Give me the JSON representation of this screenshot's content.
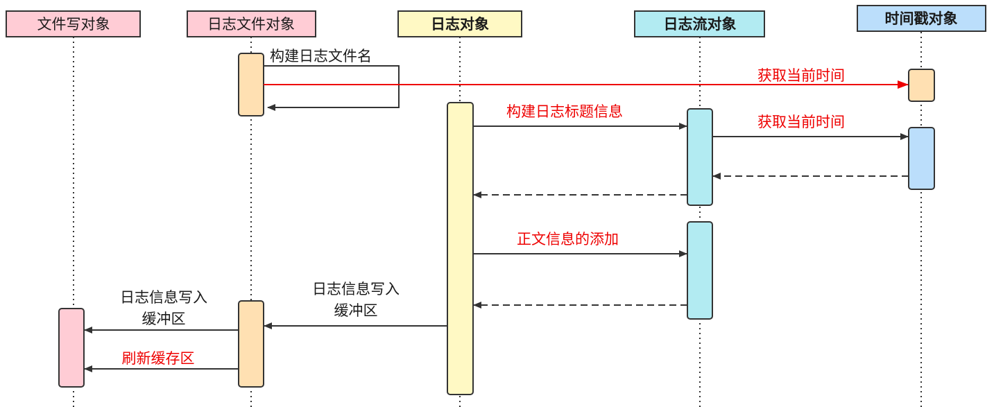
{
  "participants": [
    {
      "id": "file-writer",
      "label": "文件写对象",
      "bold": false,
      "fill": "#ffccd5"
    },
    {
      "id": "log-file",
      "label": "日志文件对象",
      "bold": false,
      "fill": "#ffccd5"
    },
    {
      "id": "logger",
      "label": "日志对象",
      "bold": true,
      "fill": "#fff9c4"
    },
    {
      "id": "log-stream",
      "label": "日志流对象",
      "bold": true,
      "fill": "#b2ebf2"
    },
    {
      "id": "timestamp",
      "label": "时间戳对象",
      "bold": true,
      "fill": "#bbdefb"
    }
  ],
  "activation_colors": {
    "file-writer": "#ffccd5",
    "log-file": "#ffe0b2",
    "logger": "#fff9c4",
    "log-stream": "#b2ebf2",
    "timestamp-first": "#ffe0b2",
    "timestamp-second": "#bbdefb"
  },
  "messages": {
    "build_file_name": "构建日志文件名",
    "get_time_1": "获取当前时间",
    "build_title": "构建日志标题信息",
    "get_time_2": "获取当前时间",
    "add_body": "正文信息的添加",
    "write_buffer_logger_line1": "日志信息写入",
    "write_buffer_logger_line2": "缓冲区",
    "write_buffer_file_line1": "日志信息写入",
    "write_buffer_file_line2": "缓冲区",
    "flush_buffer": "刷新缓存区"
  },
  "colors": {
    "red": "#ee0000",
    "line": "#333333"
  }
}
